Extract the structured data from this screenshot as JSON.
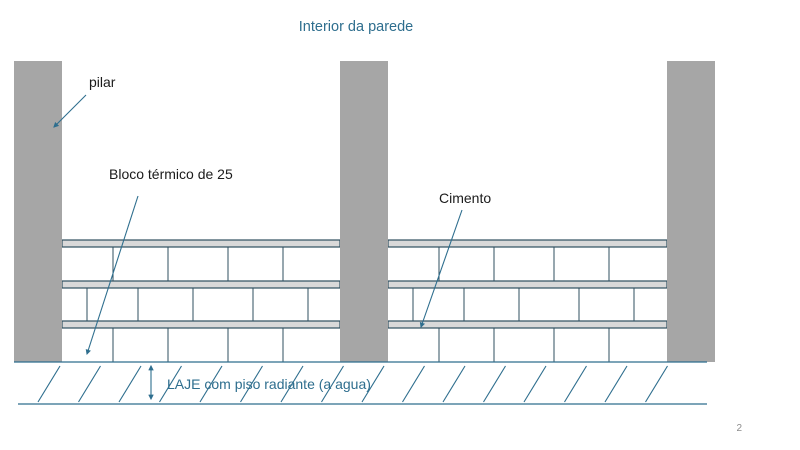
{
  "title": "Interior da parede",
  "labels": {
    "pillar": "pilar",
    "thermal_block": "Bloco térmico de 25",
    "cement": "Cimento",
    "slab": "LAJE com piso radiante (a agua)"
  },
  "slide_number": "2",
  "colors": {
    "pillar": "#a6a6a6",
    "mortar_fill": "#d9d9d9",
    "outline": "#2f4f5f",
    "line": "#2e6e8e",
    "title": "#2e6e8e"
  }
}
